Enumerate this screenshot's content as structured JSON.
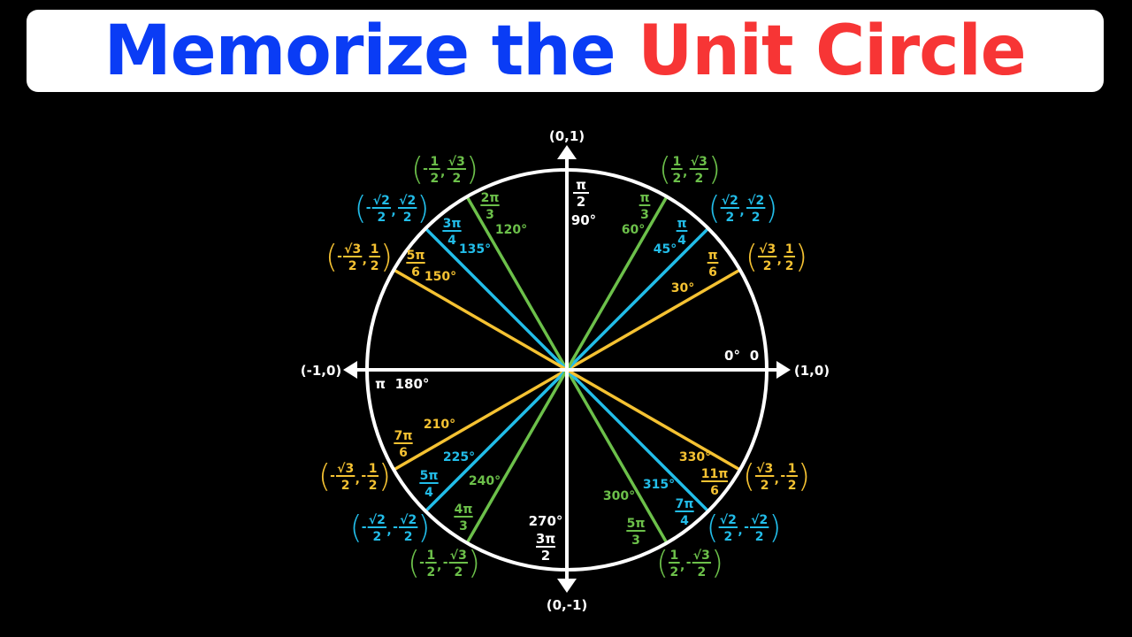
{
  "title": {
    "part1": "Memorize the",
    "part2": "Unit Circle",
    "color_part1": "#0a3cf5",
    "color_part2": "#f73535"
  },
  "colors": {
    "white": "#ffffff",
    "yellow": "#f5c232",
    "blue": "#22bde9",
    "green": "#6cc04a",
    "background": "#000000"
  },
  "axes": {
    "top": "(0,1)",
    "bottom": "(0,-1)",
    "left": "(-1,0)",
    "right": "(1,0)"
  },
  "axis_angles": [
    {
      "deg": "90°",
      "rad_num": "π",
      "rad_den": "2"
    },
    {
      "deg": "180°",
      "rad": "π"
    },
    {
      "deg": "270°",
      "rad_num": "3π",
      "rad_den": "2"
    },
    {
      "deg": "0°",
      "rad": "0"
    }
  ],
  "chart_data": {
    "type": "diagram",
    "title": "Memorize the Unit Circle",
    "points": [
      {
        "deg": 0,
        "rad": "0",
        "x": "1",
        "y": "0",
        "color": "white"
      },
      {
        "deg": 30,
        "rad": "π/6",
        "x": "√3/2",
        "y": "1/2",
        "color": "yellow"
      },
      {
        "deg": 45,
        "rad": "π/4",
        "x": "√2/2",
        "y": "√2/2",
        "color": "blue"
      },
      {
        "deg": 60,
        "rad": "π/3",
        "x": "1/2",
        "y": "√3/2",
        "color": "green"
      },
      {
        "deg": 90,
        "rad": "π/2",
        "x": "0",
        "y": "1",
        "color": "white"
      },
      {
        "deg": 120,
        "rad": "2π/3",
        "x": "-1/2",
        "y": "√3/2",
        "color": "green"
      },
      {
        "deg": 135,
        "rad": "3π/4",
        "x": "-√2/2",
        "y": "√2/2",
        "color": "blue"
      },
      {
        "deg": 150,
        "rad": "5π/6",
        "x": "-√3/2",
        "y": "1/2",
        "color": "yellow"
      },
      {
        "deg": 180,
        "rad": "π",
        "x": "-1",
        "y": "0",
        "color": "white"
      },
      {
        "deg": 210,
        "rad": "7π/6",
        "x": "-√3/2",
        "y": "-1/2",
        "color": "yellow"
      },
      {
        "deg": 225,
        "rad": "5π/4",
        "x": "-√2/2",
        "y": "-√2/2",
        "color": "blue"
      },
      {
        "deg": 240,
        "rad": "4π/3",
        "x": "-1/2",
        "y": "-√3/2",
        "color": "green"
      },
      {
        "deg": 270,
        "rad": "3π/2",
        "x": "0",
        "y": "-1",
        "color": "white"
      },
      {
        "deg": 300,
        "rad": "5π/3",
        "x": "1/2",
        "y": "-√3/2",
        "color": "green"
      },
      {
        "deg": 315,
        "rad": "7π/4",
        "x": "√2/2",
        "y": "-√2/2",
        "color": "blue"
      },
      {
        "deg": 330,
        "rad": "11π/6",
        "x": "√3/2",
        "y": "-1/2",
        "color": "yellow"
      }
    ]
  },
  "spokes": [
    {
      "deg": 30,
      "color": "yellow",
      "deg_label": "30°",
      "rad_num": "π",
      "rad_den": "6",
      "cx": {
        "sign": "",
        "num": "√3",
        "den": "2"
      },
      "cy": {
        "sign": "",
        "num": "1",
        "den": "2"
      },
      "deg_pos": [
        772,
        330
      ],
      "rad_pos": [
        806,
        298
      ],
      "coord_pos": [
        878,
        292
      ]
    },
    {
      "deg": 45,
      "color": "blue",
      "deg_label": "45°",
      "rad_num": "π",
      "rad_den": "4",
      "cx": {
        "sign": "",
        "num": "√2",
        "den": "2"
      },
      "cy": {
        "sign": "",
        "num": "√2",
        "den": "2"
      },
      "deg_pos": [
        752,
        286
      ],
      "rad_pos": [
        771,
        262
      ],
      "coord_pos": [
        840,
        237
      ]
    },
    {
      "deg": 60,
      "color": "green",
      "deg_label": "60°",
      "rad_num": "π",
      "rad_den": "3",
      "cx": {
        "sign": "",
        "num": "1",
        "den": "2"
      },
      "cy": {
        "sign": "",
        "num": "√3",
        "den": "2"
      },
      "deg_pos": [
        716,
        264
      ],
      "rad_pos": [
        729,
        233
      ],
      "coord_pos": [
        780,
        193
      ]
    },
    {
      "deg": 120,
      "color": "green",
      "deg_label": "120°",
      "rad_num": "2π",
      "rad_den": "3",
      "cx": {
        "sign": "-",
        "num": "1",
        "den": "2"
      },
      "cy": {
        "sign": "",
        "num": "√3",
        "den": "2"
      },
      "deg_pos": [
        578,
        264
      ],
      "rad_pos": [
        554,
        233
      ],
      "coord_pos": [
        503,
        193
      ]
    },
    {
      "deg": 135,
      "color": "blue",
      "deg_label": "135°",
      "rad_num": "3π",
      "rad_den": "4",
      "cx": {
        "sign": "-",
        "num": "√2",
        "den": "2"
      },
      "cy": {
        "sign": "",
        "num": "√2",
        "den": "2"
      },
      "deg_pos": [
        537,
        286
      ],
      "rad_pos": [
        511,
        262
      ],
      "coord_pos": [
        443,
        237
      ]
    },
    {
      "deg": 150,
      "color": "yellow",
      "deg_label": "150°",
      "rad_num": "5π",
      "rad_den": "6",
      "cx": {
        "sign": "-",
        "num": "√3",
        "den": "2"
      },
      "cy": {
        "sign": "",
        "num": "1",
        "den": "2"
      },
      "deg_pos": [
        498,
        317
      ],
      "rad_pos": [
        470,
        298
      ],
      "coord_pos": [
        406,
        292
      ]
    },
    {
      "deg": 210,
      "color": "yellow",
      "deg_label": "210°",
      "rad_num": "7π",
      "rad_den": "6",
      "cx": {
        "sign": "-",
        "num": "√3",
        "den": "2"
      },
      "cy": {
        "sign": "-",
        "num": "1",
        "den": "2"
      },
      "deg_pos": [
        497,
        484
      ],
      "rad_pos": [
        456,
        502
      ],
      "coord_pos": [
        401,
        540
      ]
    },
    {
      "deg": 225,
      "color": "blue",
      "deg_label": "225°",
      "rad_num": "5π",
      "rad_den": "4",
      "cx": {
        "sign": "-",
        "num": "√2",
        "den": "2"
      },
      "cy": {
        "sign": "-",
        "num": "√2",
        "den": "2"
      },
      "deg_pos": [
        519,
        521
      ],
      "rad_pos": [
        485,
        547
      ],
      "coord_pos": [
        441,
        598
      ]
    },
    {
      "deg": 240,
      "color": "green",
      "deg_label": "240°",
      "rad_num": "4π",
      "rad_den": "3",
      "cx": {
        "sign": "-",
        "num": "1",
        "den": "2"
      },
      "cy": {
        "sign": "-",
        "num": "√3",
        "den": "2"
      },
      "deg_pos": [
        548,
        548
      ],
      "rad_pos": [
        524,
        585
      ],
      "coord_pos": [
        502,
        638
      ]
    },
    {
      "deg": 300,
      "color": "green",
      "deg_label": "300°",
      "rad_num": "5π",
      "rad_den": "3",
      "cx": {
        "sign": "",
        "num": "1",
        "den": "2"
      },
      "cy": {
        "sign": "-",
        "num": "√3",
        "den": "2"
      },
      "deg_pos": [
        700,
        565
      ],
      "rad_pos": [
        719,
        601
      ],
      "coord_pos": [
        780,
        638
      ]
    },
    {
      "deg": 315,
      "color": "blue",
      "deg_label": "315°",
      "rad_num": "7π",
      "rad_den": "4",
      "cx": {
        "sign": "",
        "num": "√2",
        "den": "2"
      },
      "cy": {
        "sign": "-",
        "num": "√2",
        "den": "2"
      },
      "deg_pos": [
        745,
        552
      ],
      "rad_pos": [
        774,
        579
      ],
      "coord_pos": [
        841,
        598
      ]
    },
    {
      "deg": 330,
      "color": "yellow",
      "deg_label": "330°",
      "rad_num": "11π",
      "rad_den": "6",
      "cx": {
        "sign": "",
        "num": "√3",
        "den": "2"
      },
      "cy": {
        "sign": "-",
        "num": "1",
        "den": "2"
      },
      "deg_pos": [
        786,
        521
      ],
      "rad_pos": [
        808,
        545
      ],
      "coord_pos": [
        878,
        540
      ]
    }
  ]
}
